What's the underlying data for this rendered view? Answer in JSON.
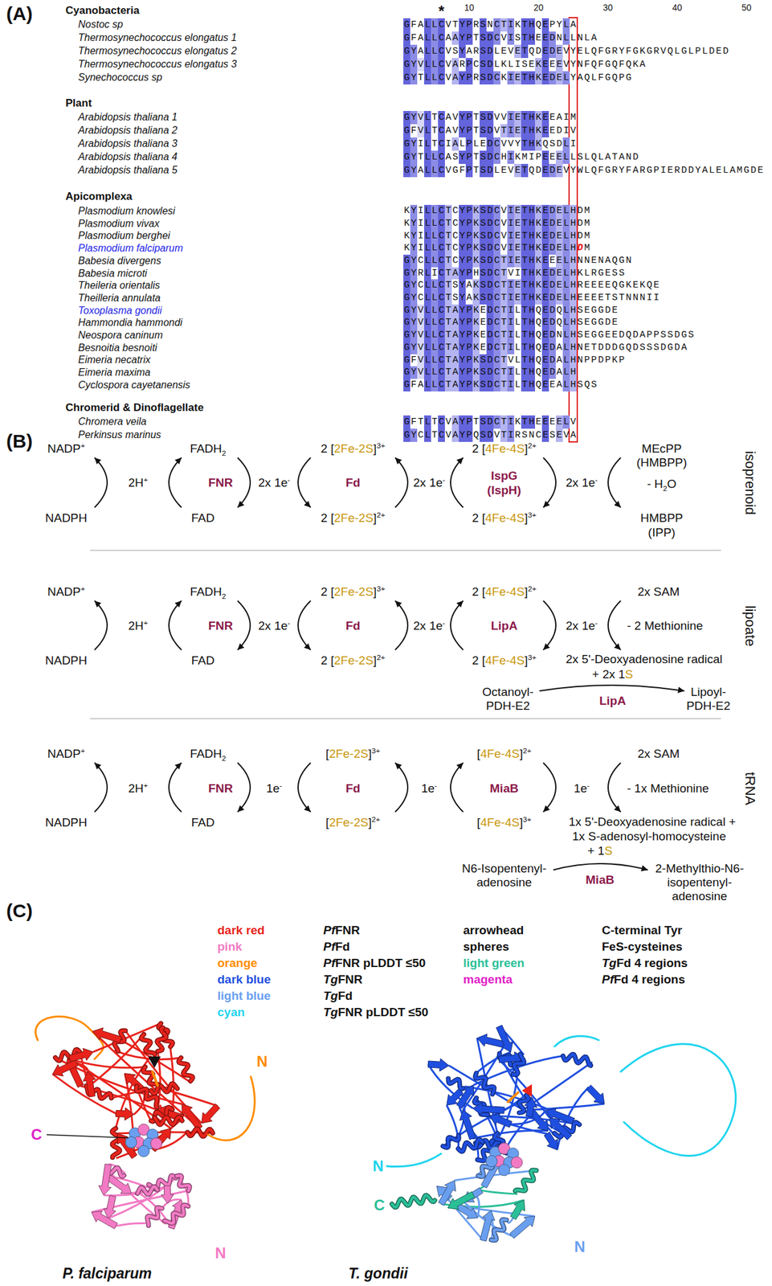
{
  "diagram": {
    "labels": [
      "(A)",
      "*",
      "10",
      "20",
      "30",
      "40",
      "50",
      "Cyanobacteria",
      "Nostoc sp",
      "GFALLCVTYPRSNCTIKTHQEPYLA",
      "Thermosynechococcus elongatus 1",
      "GFALLCAAYPTSDCVISTHEEDNLLNLA",
      "Thermosynechococcus elongatus 2",
      "GYALLCVSYARSDLEVETQDEDEVYELQFGRYFGKGRVQLGLPLDED",
      "Thermosynechococcus elongatus 3",
      "GYVLLCVARPCSDLKLISEKEEEVYNFQFGQFQKA",
      "Synechococcus sp",
      "GYTLLCVAYPRSDCKIETHKEDELYAQLFGQPG",
      "Plant",
      "Arabidopsis thaliana 1",
      "GYVLTCAVYPTSDVVIETHKEEAIM",
      "Arabidopsis thaliana 2",
      "GFVLTCAVYPTSDVTIETHKEEDIV",
      "Arabidopsis thaliana 3",
      "GYILTCIALPLEDCVVYTHKQSDLI",
      "Arabidopsis thaliana 4",
      "GYTLLCASYPTSDCHIKMIPEEELLSLQLATAND",
      "Arabidopsis thaliana 5",
      "GYALLCVGFPTSDLEVETQDEDEVYWLQFGRYFARGPIERDDYALELAMGDE",
      "Apicomplexa",
      "Plasmodium knowlesi",
      "KYILLCTCYPKSDCVIETHKEDELHDM",
      "Plasmodium vivax",
      "KYILLCTCYPKSDCVIETHKEDELHDM",
      "Plasmodium berghei",
      "KYILLCTCYPKSDCVIETHKEDELHDM",
      "Plasmodium falciparum",
      "KYILLCTCYPKSDCVIETHKEDELHDM",
      "Babesia divergens",
      "GYCLLCTCYPKSDCTIETHKEEELHNNENAQGN",
      "Babesia microti",
      "GYRLICTAYPHSDCTVITHKEDELHKLRGESS",
      "Theileria orientalis",
      "GYCLLCTSYAKSDCTIETHKEDELHREEEEQGKEKQE",
      "Theilleria annulata",
      "GYCLLCTSYAKSDCTIETHKEDELHEEEETSTNNNII",
      "Toxoplasma gondii",
      "GYVLLCTAYPKEDCTILTHQEDQLHSEGGDE",
      "Hammondia hammondi",
      "GYVLLCTAYPKEDCTILTHQEDQLHSEGGDE",
      "Neospora caninum",
      "GYVLLCTAYPKEDCTILTHQEDNLHSEGGEEDQDAPPSSDGS",
      "Besnoitia besnoiti",
      "GYVLLCTAYPKEDCTILTHQEDALHNETDDDGQDSSSDGDA",
      "Eimeria necatrix",
      "GFVLLCTAYPKSDCTVLTHQEDALHNPPDPKP",
      "Eimeria maxima",
      "GYVLLCTAYPKSDCTILTHQEDALH",
      "Cyclospora cayetanensis",
      "GFALLCTAYPKSDCTILTHQEEALHSQS",
      "Chromerid & Dinoflagellate",
      "Chromera veila",
      "GFTLTCVAYPTSDCTIKTHEEEELV",
      "Perkinsus marinus",
      "GYCLTCVAYPQSDVTIRSNCESEVA",
      "(B)",
      "NADP+",
      "NADPH",
      "2H+",
      "FADH2",
      "FNR",
      "FAD",
      "2x 1e-",
      "2 [2Fe-2S]3+",
      "Fd",
      "2 [2Fe-2S]2+",
      "2x 1e-",
      "2 [4Fe-4S]2+",
      "IspG",
      "(IspH)",
      "2 [4Fe-4S]3+",
      "2x 1e-",
      "MEcPP",
      "(HMBPP)",
      "- H2O",
      "HMBPP",
      "(IPP)",
      "isoprenoid",
      "NADP+",
      "NADPH",
      "2H+",
      "FADH2",
      "FNR",
      "FAD",
      "2x 1e-",
      "2 [2Fe-2S]3+",
      "Fd",
      "2 [2Fe-2S]2+",
      "2x 1e-",
      "2 [4Fe-4S]2+",
      "LipA",
      "2 [4Fe-4S]3+",
      "2x 1e-",
      "2x SAM",
      "- 2 Methionine",
      "2x 5'-Deoxyadenosine radical",
      "+ 2x 1S",
      "Octanoyl-",
      "PDH-E2",
      "LipA",
      "Lipoyl-",
      "PDH-E2",
      "lipoate",
      "NADP+",
      "NADPH",
      "2H+",
      "FADH2",
      "FNR",
      "FAD",
      "1e-",
      "[2Fe-2S]3+",
      "Fd",
      "[2Fe-2S]2+",
      "1e-",
      "[4Fe-4S]2+",
      "MiaB",
      "[4Fe-4S]3+",
      "1e-",
      "2x SAM",
      "- 1x Methionine",
      "1x 5'-Deoxyadenosine radical +",
      "1x S-adenosyl-homocysteine",
      "+ 1S",
      "N6-Isopentenyl-",
      "adenosine",
      "MiaB",
      "2-Methylthio-N6-",
      "isopentenyl-",
      "adenosine",
      "tRNA",
      "(C)",
      "dark red",
      "pink",
      "orange",
      "dark blue",
      "light blue",
      "cyan",
      "arrowhead",
      "spheres",
      "light green",
      "magenta",
      "C",
      "N",
      "N",
      "P. falciparum",
      "N",
      "C",
      "N",
      "T. gondii"
    ],
    "legend": [
      {
        "text": "PfFNR",
        "color": "#e8231c"
      },
      {
        "text": "PfFd",
        "color": "#f27ac4"
      },
      {
        "text": "PfFNR pLDDT ≤50",
        "color": "#ff8c00"
      },
      {
        "text": "TgFNR",
        "color": "#1f4fe0"
      },
      {
        "text": "TgFd",
        "color": "#6a9ff0"
      },
      {
        "text": "TgFNR pLDDT ≤50",
        "color": "#1ed4ee"
      },
      {
        "text": "C-terminal Tyr"
      },
      {
        "text": "FeS-cysteines"
      },
      {
        "text": "TgFd 4 regions",
        "color": "#2bbf98"
      },
      {
        "text": "PfFd 4 regions",
        "color": "#e020c8"
      }
    ]
  }
}
